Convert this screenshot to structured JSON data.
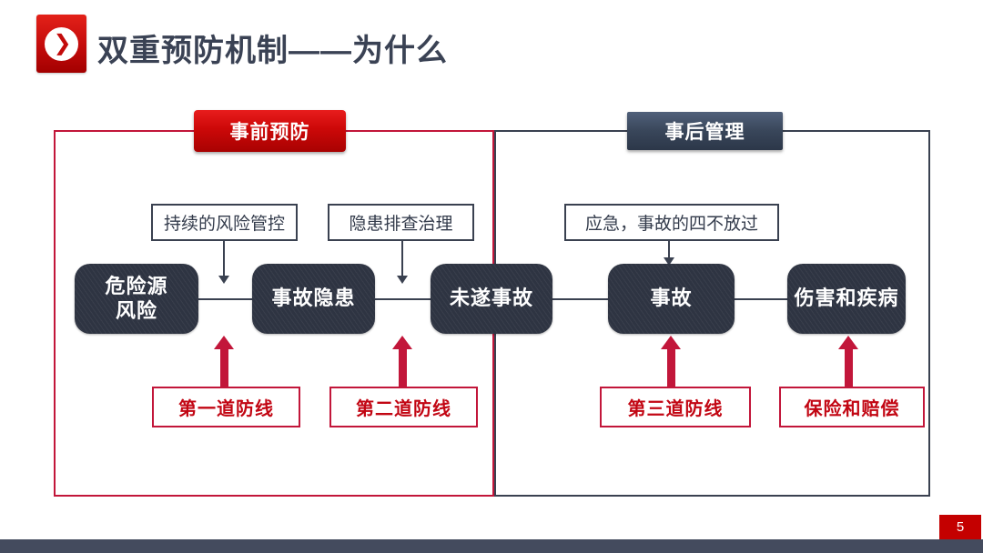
{
  "header": {
    "title": "双重预防机制——为什么",
    "icon": "chevron-right-icon"
  },
  "sections": {
    "pre_event": {
      "label": "事前预防",
      "color": "#cc0808"
    },
    "post_event": {
      "label": "事后管理",
      "color": "#39465a"
    }
  },
  "diagram": {
    "top_labels": [
      {
        "text": "持续的风险管控"
      },
      {
        "text": "隐患排查治理"
      },
      {
        "text": "应急，事故的四不放过"
      }
    ],
    "flow_nodes": [
      {
        "line1": "危险源",
        "line2": "风险"
      },
      {
        "label": "事故隐患"
      },
      {
        "label": "未遂事故"
      },
      {
        "label": "事故"
      },
      {
        "label": "伤害和疾病"
      }
    ],
    "defense_labels": [
      {
        "text": "第一道防线"
      },
      {
        "text": "第二道防线"
      },
      {
        "text": "第三道防线"
      },
      {
        "text": "保险和赔偿"
      }
    ]
  },
  "footer": {
    "page_number": "5"
  },
  "colors": {
    "accent_red": "#c2163a",
    "node_navy": "#2e3442",
    "border_navy": "#3a4150",
    "title_text": "#3a4254",
    "footer_bar": "#444b5e",
    "page_badge": "#c40000"
  }
}
